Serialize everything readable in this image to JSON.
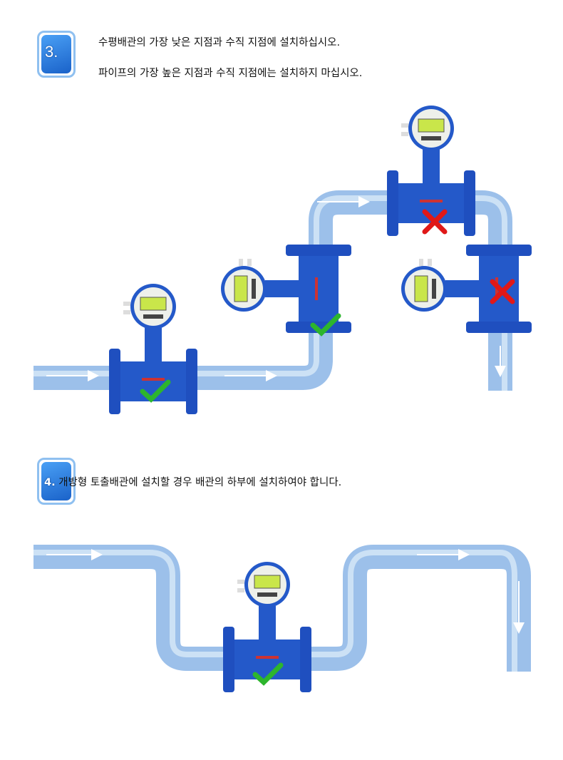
{
  "step3": {
    "number": "3.",
    "line1": "수평배관의 가장 낮은 지점과 수직 지점에 설치하십시오.",
    "line2": "파이프의 가장 높은 지점과 수직 지점에는 설치하지 마십시오."
  },
  "step4": {
    "number": "4.",
    "line1": "개방형 토출배관에 설치할 경우 배관의 하부에 설치하여야 합니다."
  },
  "colors": {
    "pipe": "#a8c9ef",
    "meter_body": "#2459c9",
    "check": "#2db52d",
    "cross": "#e01818"
  }
}
